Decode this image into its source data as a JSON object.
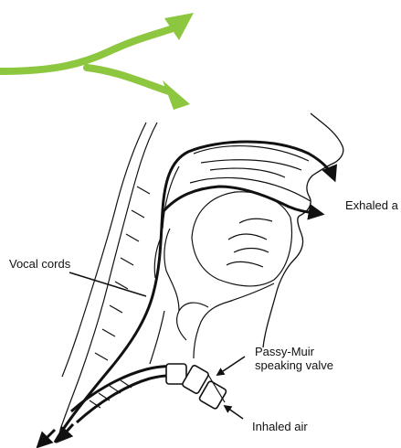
{
  "labels": {
    "vocal_cords": "Vocal cords",
    "exhaled_air": "Exhaled a",
    "valve_line1": "Passy-Muir",
    "valve_line2": "speaking valve",
    "inhaled_air": "Inhaled air"
  },
  "colors": {
    "flow_arrows": "#8dc63f",
    "line_art": "#111111",
    "background": "#ffffff"
  },
  "icons": {
    "split_arrow": "split-arrow-icon"
  }
}
